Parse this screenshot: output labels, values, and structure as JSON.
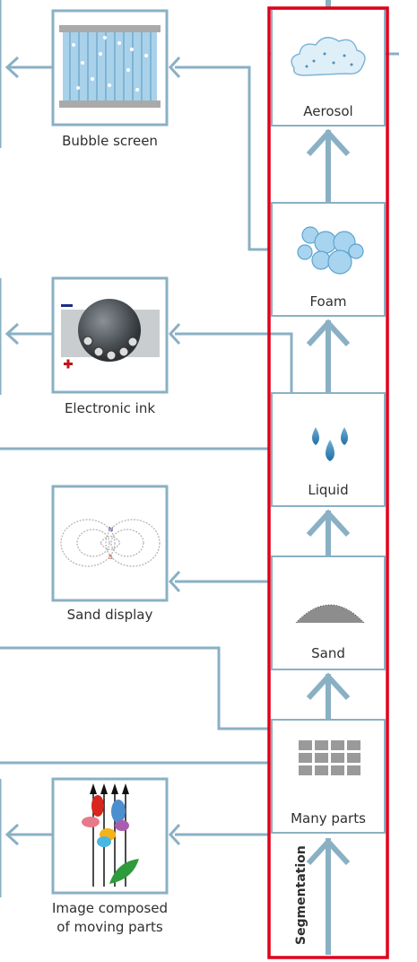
{
  "column_title": "Segmentation",
  "stages": [
    {
      "label": "Aerosol"
    },
    {
      "label": "Foam"
    },
    {
      "label": "Liquid"
    },
    {
      "label": "Sand"
    },
    {
      "label": "Many parts"
    }
  ],
  "applications": [
    {
      "label": "Bubble screen"
    },
    {
      "label": "Electronic ink"
    },
    {
      "label": "Sand display"
    },
    {
      "label_line1": "Image composed",
      "label_line2": "of moving parts"
    }
  ],
  "icons": [
    "cloud-icon",
    "bubbles-icon",
    "droplets-icon",
    "sand-pile-icon",
    "grid-parts-icon",
    "bubble-screen-icon",
    "electronic-ink-icon",
    "magnetic-field-icon",
    "moving-parts-flower-icon"
  ],
  "colors": {
    "arrow": "#8ab0c4",
    "box_border": "#8ab0c4",
    "highlight": "#e0001b",
    "text": "#2f2f2f"
  }
}
